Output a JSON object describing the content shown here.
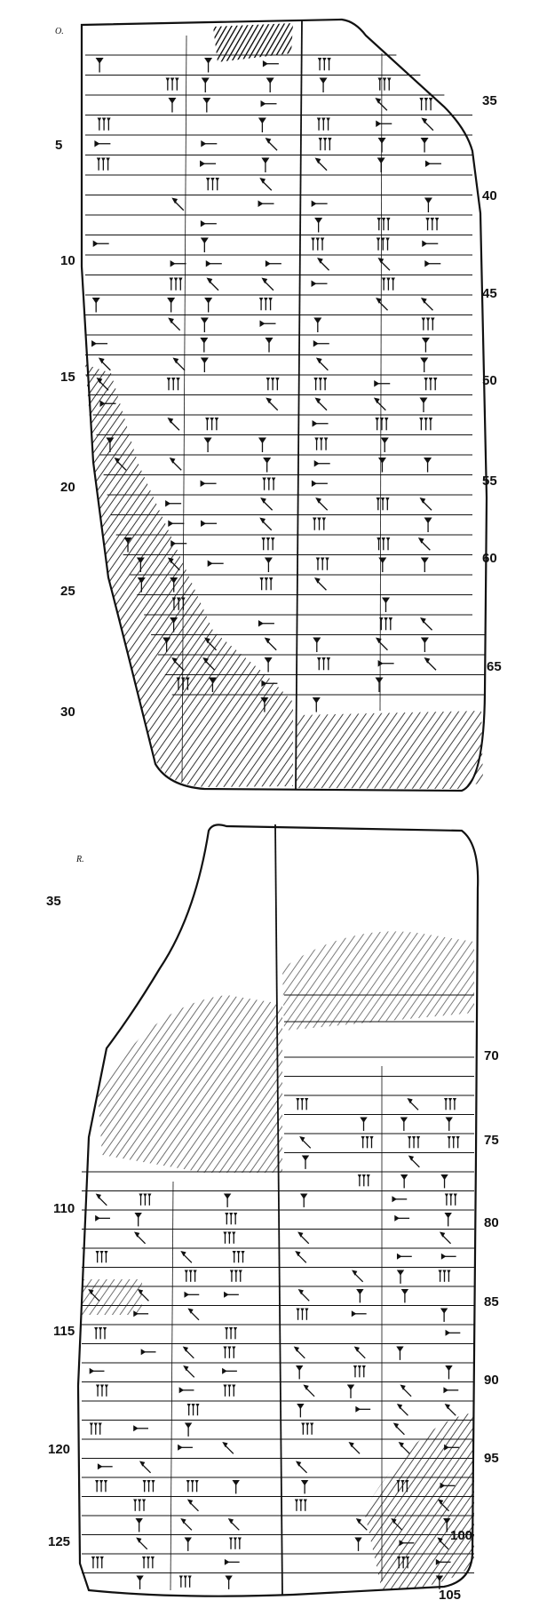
{
  "figure": {
    "obverse_marker": "O.",
    "reverse_marker": "R.",
    "obverse_left_numbers": [
      "5",
      "10",
      "15",
      "20",
      "25",
      "30"
    ],
    "obverse_right_numbers": [
      "35",
      "40",
      "45",
      "50",
      "55",
      "60",
      "65"
    ],
    "reverse_left_numbers": [
      "35",
      "110",
      "115",
      "120",
      "125"
    ],
    "reverse_right_numbers": [
      "70",
      "75",
      "80",
      "85",
      "90",
      "95",
      "100",
      "105"
    ]
  }
}
